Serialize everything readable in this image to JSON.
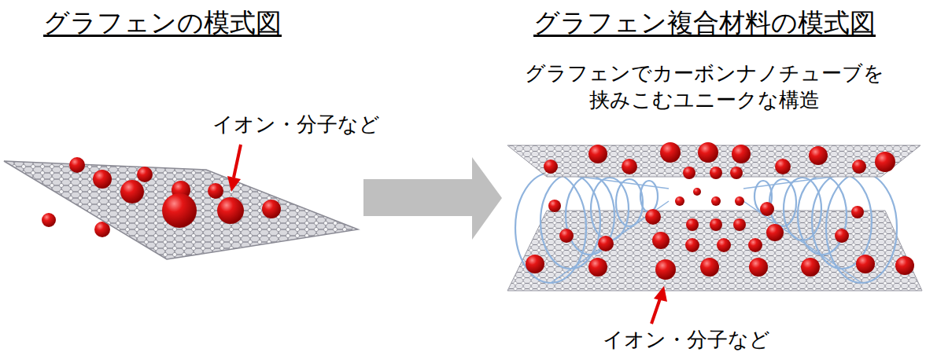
{
  "diagram": {
    "labels": [
      "グラフェンの模式図",
      "グラフェン複合材料の模式図",
      "グラフェンでカーボンナノチューブを 挟みこむユニークな構造",
      "イオン・分子など",
      "イオン・分子など"
    ]
  }
}
